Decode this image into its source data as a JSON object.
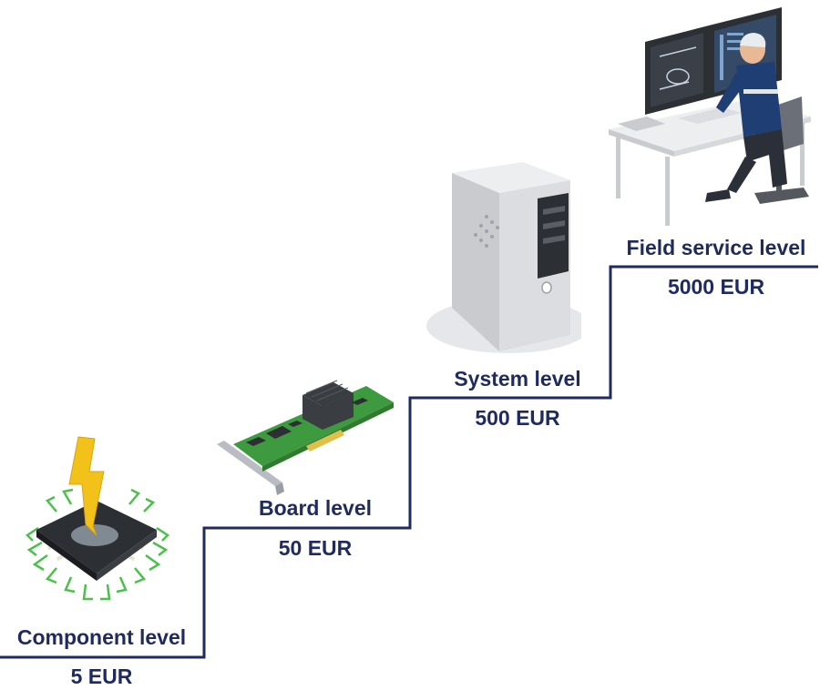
{
  "levels": [
    {
      "name": "Component level",
      "cost": "5 EUR",
      "icon": "chip-with-lightning-icon"
    },
    {
      "name": "Board level",
      "cost": "50 EUR",
      "icon": "circuit-board-icon"
    },
    {
      "name": "System level",
      "cost": "500 EUR",
      "icon": "server-tower-icon"
    },
    {
      "name": "Field service level",
      "cost": "5000 EUR",
      "icon": "technician-workstation-icon"
    }
  ],
  "colors": {
    "text": "#1f2b5e",
    "staircase": "#1f2b5e",
    "lightning": "#f2c21a",
    "chip": "#2c2f33",
    "chip_traces": "#4bc04b",
    "board": "#3e9a3e",
    "server": "#dcdde0",
    "uniform": "#1f3f74"
  }
}
